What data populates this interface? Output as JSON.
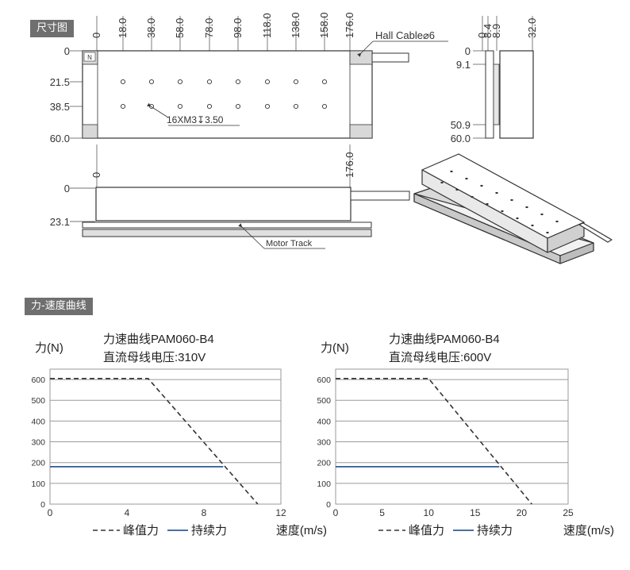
{
  "section_titles": {
    "dimensions": "尺寸图",
    "curves": "力-速度曲线"
  },
  "drawing": {
    "top_x_dims": [
      "0",
      "18.0",
      "38.0",
      "58.0",
      "78.0",
      "98.0",
      "118.0",
      "138.0",
      "158.0",
      "176.0"
    ],
    "top_y_dims": [
      "0",
      "21.5",
      "38.5",
      "60.0"
    ],
    "north_mark": "N",
    "hall_cable": "Hall Cable⌀6",
    "hole_callout": "16XM3↧3.50",
    "side_top_dims": [
      "0",
      "8.4",
      "8.9",
      "32.0"
    ],
    "side_y_dims": [
      "0",
      "9.1",
      "50.9",
      "60.0"
    ],
    "front_x_dims": [
      "0",
      "176.0"
    ],
    "front_y_dims": [
      "0",
      "23.1"
    ],
    "motor_track": "Motor Track"
  },
  "legend": {
    "peak": "峰值力",
    "continuous": "持续力"
  },
  "colors": {
    "peak": "#333333",
    "continuous": "#2e5b9a",
    "grid": "#9a9a9a",
    "tag_bg": "#6f6f6f"
  },
  "chart_data": [
    {
      "type": "line",
      "title": "力速曲线PAM060-B4",
      "subtitle": "直流母线电压:310V",
      "ylabel": "力(N)",
      "xlabel": "速度(m/s)",
      "xlim": [
        0,
        12
      ],
      "ylim": [
        0,
        650
      ],
      "xticks": [
        0,
        4,
        8,
        12
      ],
      "yticks": [
        0,
        100,
        200,
        300,
        400,
        500,
        600
      ],
      "grid": true,
      "series": [
        {
          "name": "峰值力",
          "style": "dashed",
          "x": [
            0,
            5.1,
            10.8
          ],
          "y": [
            605,
            605,
            0
          ]
        },
        {
          "name": "持续力",
          "style": "solid",
          "x": [
            0,
            9.0
          ],
          "y": [
            180,
            180
          ]
        }
      ]
    },
    {
      "type": "line",
      "title": "力速曲线PAM060-B4",
      "subtitle": "直流母线电压:600V",
      "ylabel": "力(N)",
      "xlabel": "速度(m/s)",
      "xlim": [
        0,
        25
      ],
      "ylim": [
        0,
        650
      ],
      "xticks": [
        0,
        5,
        10,
        15,
        20,
        25
      ],
      "yticks": [
        0,
        100,
        200,
        300,
        400,
        500,
        600
      ],
      "grid": true,
      "series": [
        {
          "name": "峰值力",
          "style": "dashed",
          "x": [
            0,
            10.0,
            21.1
          ],
          "y": [
            605,
            605,
            0
          ]
        },
        {
          "name": "持续力",
          "style": "solid",
          "x": [
            0,
            17.6
          ],
          "y": [
            180,
            180
          ]
        }
      ]
    }
  ]
}
